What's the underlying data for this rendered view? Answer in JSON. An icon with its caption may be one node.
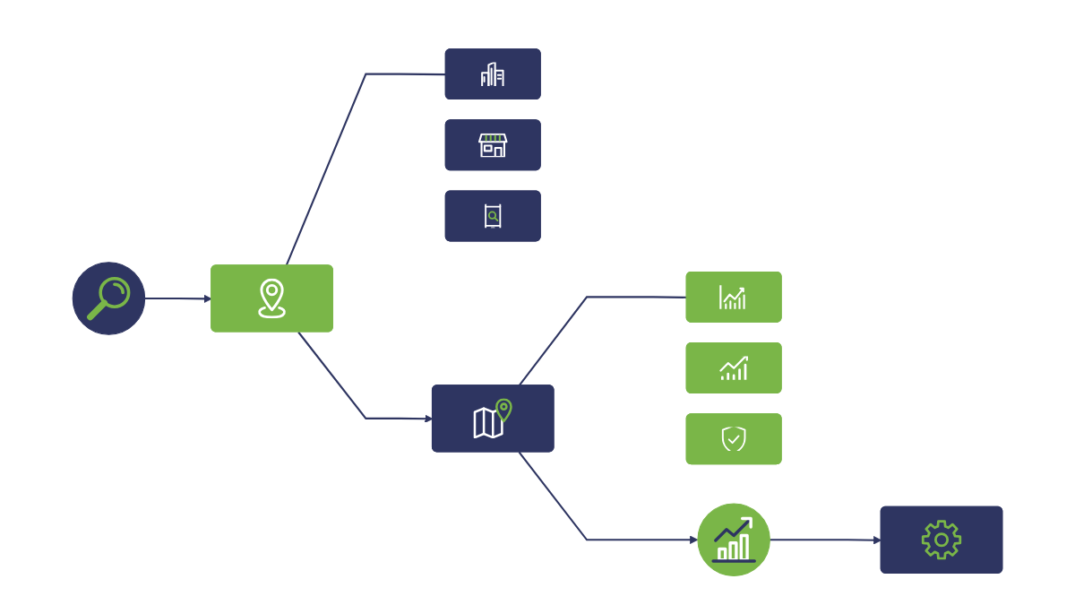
{
  "diagram": {
    "nodes": [
      {
        "text": [],
        "shape": "circle"
      },
      {
        "text": [],
        "shape": "box"
      },
      {
        "text": [],
        "shape": "box"
      },
      {
        "text": [],
        "shape": "circle"
      },
      {
        "text": [],
        "shape": "box"
      },
      {
        "text": [],
        "shape": "box"
      },
      {
        "text": [],
        "shape": "box"
      },
      {
        "text": [],
        "shape": "box"
      },
      {
        "text": [],
        "shape": "box"
      },
      {
        "text": [],
        "shape": "box"
      },
      {
        "text": [],
        "shape": "box"
      }
    ],
    "edges": [
      {
        "from": 0,
        "to": 1,
        "arrow": "to"
      },
      {
        "from": 1,
        "to": 2,
        "arrow": "to"
      },
      {
        "from": 2,
        "to": 3,
        "arrow": "to"
      },
      {
        "from": 3,
        "to": 4,
        "arrow": "to"
      },
      {
        "from": 1,
        "to": 5,
        "arrow": "none"
      },
      {
        "from": 2,
        "to": 8,
        "arrow": "none"
      }
    ]
  }
}
